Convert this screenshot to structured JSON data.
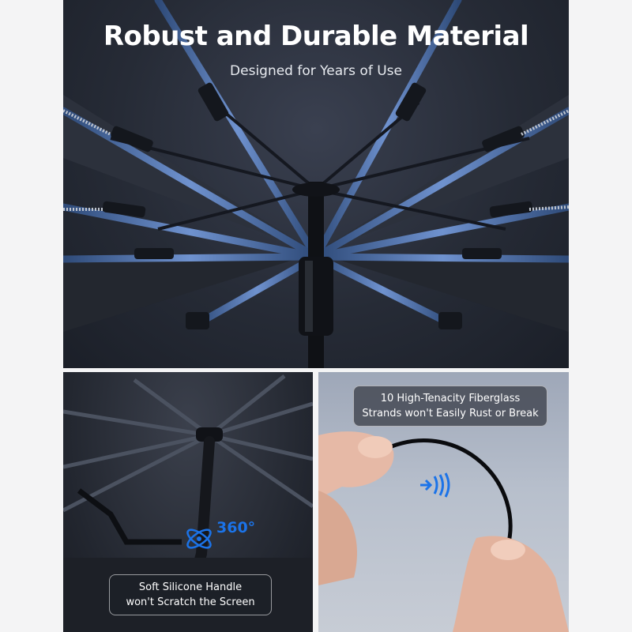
{
  "header": {
    "title": "Robust and Durable Material",
    "subtitle": "Designed for Years of Use"
  },
  "panels": {
    "handle": {
      "rotation_label": "360°",
      "caption_line1": "Soft Silicone Handle",
      "caption_line2": "won't Scratch the Screen",
      "icon": "rotate-360-icon"
    },
    "fiberglass": {
      "caption_line1": "10 High-Tenacity Fiberglass",
      "caption_line2": "Strands won't Easily Rust or Break",
      "icon": "bend-arrow-icon"
    }
  },
  "colors": {
    "accent": "#1b73e8",
    "rib": "#4f6fa6",
    "canopy": "#262b36"
  }
}
